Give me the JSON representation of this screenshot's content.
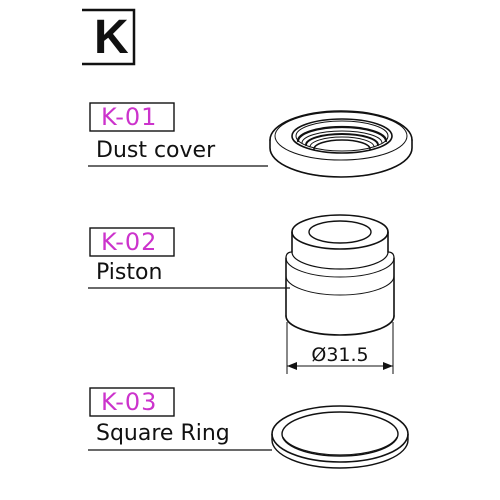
{
  "header": {
    "letter": "K"
  },
  "colors": {
    "code_text": "#cc33cc",
    "line": "#111111",
    "text": "#111111"
  },
  "parts": [
    {
      "code": "K-01",
      "name": "Dust cover",
      "icon": "dust-cover"
    },
    {
      "code": "K-02",
      "name": "Piston",
      "icon": "piston",
      "dimension": "Ø31.5"
    },
    {
      "code": "K-03",
      "name": "Square Ring",
      "icon": "square-ring"
    }
  ]
}
